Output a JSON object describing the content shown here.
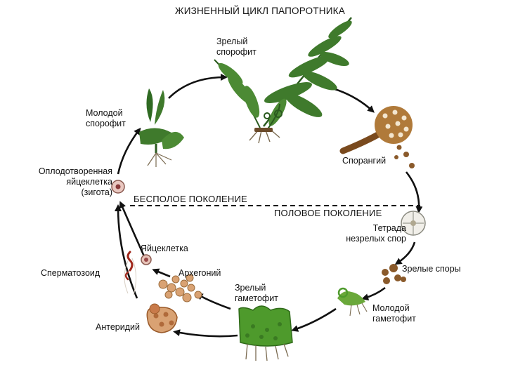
{
  "title": "ЖИЗНЕННЫЙ ЦИКЛ ПАПОРОТНИКА",
  "generations": {
    "asexual": "БЕСПОЛОЕ ПОКОЛЕНИЕ",
    "sexual": "ПОЛОВОЕ ПОКОЛЕНИЕ"
  },
  "stages": {
    "mature_sporophyte": "Зрелый\nспорофит",
    "sporangium": "Спорангий",
    "tetrad": "Тетрада\nнезрелых спор",
    "mature_spores": "Зрелые споры",
    "young_gametophyte": "Молодой\nгаметофит",
    "mature_gametophyte": "Зрелый\nгаметофит",
    "archegonium": "Архегоний",
    "egg_cell": "Яйцеклетка",
    "spermatozoid": "Сперматозоид",
    "antheridium": "Антеридий",
    "zygote": "Оплодотворенная\nяйцеклетка\n(зигота)",
    "young_sporophyte": "Молодой\nспорофит"
  },
  "colors": {
    "arrow": "#111111",
    "leaf": "#3f7a2c",
    "leaf_dark": "#2a5a1e",
    "spore_brown": "#8a5a2b",
    "gametophyte": "#4e9a2c",
    "cell_tan": "#d9a273",
    "root": "#7a6a50"
  }
}
